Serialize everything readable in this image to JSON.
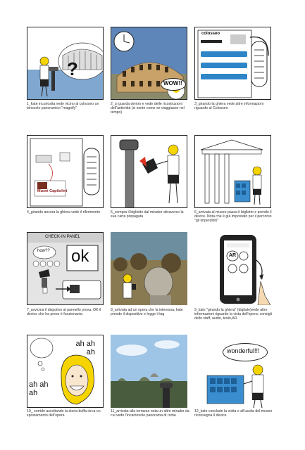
{
  "panels": [
    {
      "caption": "1_kate incuriosita  vede vicino al colosseo un binocolo panoramico \"magnify\"",
      "bubble": "?"
    },
    {
      "caption": "2_ci guarda dentro e vede delle ricostruzioni dell'antichità (si sente come se viaggiasse nel tempo)",
      "bubble": "WOW!!"
    },
    {
      "caption": "3_girando la ghiera vede altre informazioni riguardo al Colosseo",
      "doc_title": "colosseo"
    },
    {
      "caption": "4_girando ancora la ghiera vede il riferimento",
      "museum_label": "Musei Capitolini"
    },
    {
      "caption": "5_compra il biglietto dal mirador attraverso la sua carta prepagata"
    },
    {
      "caption": "6_arrivata al museo passa il biglietto e prende il device. Nota che è già impostato per il percorso \"gli imperdibili\""
    },
    {
      "caption": "7_avvicina il dispotivo al  pannello prova. OK il device che ha preso è funzionante.",
      "panel_title": "CHECK-IN PANEL",
      "question": "how??",
      "ok": "ok"
    },
    {
      "caption": "8_arrivata ad un opera che la interessa, kate prende  il dispositivo e legge il tag"
    },
    {
      "caption": "9_kate  \"girando la ghiera\" (digitale)vede altre informazioni riguardo la vista  dell'opera: consigli dello staff, audio, testo,AR",
      "ar": "AR"
    },
    {
      "caption": "10_ sorride ascoltando la storia buffa circa un spostamento dell'opera",
      "laugh_top": "ah ah ah",
      "laugh_bottom": "ah ah ah"
    },
    {
      "caption": "11_arrivata alla terrazza nota un altro mirador da cui vede l'incantevole panorama di roma"
    },
    {
      "caption": "12_kate conclude la visita e all'uscita del museo riconsegna il device",
      "bubble": "wonderful!!!"
    }
  ]
}
